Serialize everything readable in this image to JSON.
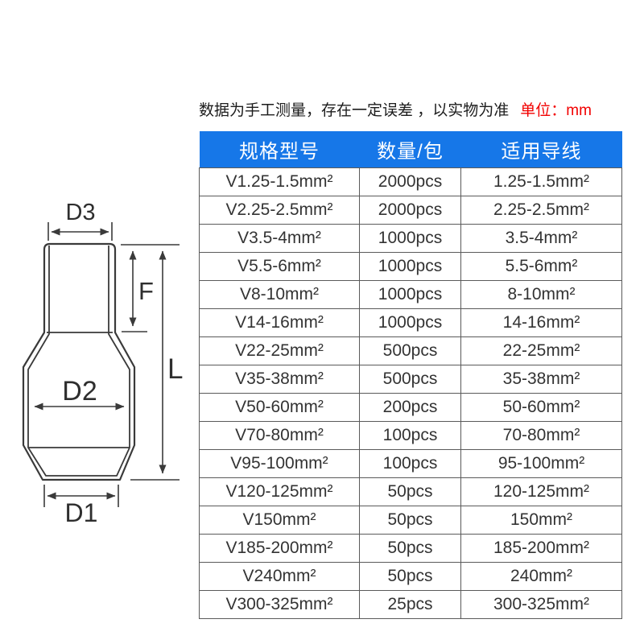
{
  "note": {
    "text": "数据为手工测量，存在一定误差 ，以实物为准",
    "unit": "单位：mm"
  },
  "colors": {
    "header_bg": "#1677e8",
    "header_text": "#ffffff",
    "unit_red": "#f20000",
    "table_border": "#5a5a5a",
    "cell_text": "#333333",
    "diagram_line": "#3a3a3a"
  },
  "diagram": {
    "labels": {
      "d3": "D3",
      "f": "F",
      "l": "L",
      "d2": "D2",
      "d1": "D1"
    }
  },
  "table": {
    "headers": [
      "规格型号",
      "数量/包",
      "适用导线"
    ],
    "rows": [
      {
        "model": "V1.25-1.5mm²",
        "qty": "2000pcs",
        "wire": "1.25-1.5mm²"
      },
      {
        "model": "V2.25-2.5mm²",
        "qty": "2000pcs",
        "wire": "2.25-2.5mm²"
      },
      {
        "model": "V3.5-4mm²",
        "qty": "1000pcs",
        "wire": "3.5-4mm²"
      },
      {
        "model": "V5.5-6mm²",
        "qty": "1000pcs",
        "wire": "5.5-6mm²"
      },
      {
        "model": "V8-10mm²",
        "qty": "1000pcs",
        "wire": "8-10mm²"
      },
      {
        "model": "V14-16mm²",
        "qty": "1000pcs",
        "wire": "14-16mm²"
      },
      {
        "model": "V22-25mm²",
        "qty": "500pcs",
        "wire": "22-25mm²"
      },
      {
        "model": "V35-38mm²",
        "qty": "500pcs",
        "wire": "35-38mm²"
      },
      {
        "model": "V50-60mm²",
        "qty": "200pcs",
        "wire": "50-60mm²"
      },
      {
        "model": "V70-80mm²",
        "qty": "100pcs",
        "wire": "70-80mm²"
      },
      {
        "model": "V95-100mm²",
        "qty": "100pcs",
        "wire": "95-100mm²"
      },
      {
        "model": "V120-125mm²",
        "qty": "50pcs",
        "wire": "120-125mm²"
      },
      {
        "model": "V150mm²",
        "qty": "50pcs",
        "wire": "150mm²"
      },
      {
        "model": "V185-200mm²",
        "qty": "50pcs",
        "wire": "185-200mm²"
      },
      {
        "model": "V240mm²",
        "qty": "50pcs",
        "wire": "240mm²"
      },
      {
        "model": "V300-325mm²",
        "qty": "25pcs",
        "wire": "300-325mm²"
      }
    ]
  }
}
